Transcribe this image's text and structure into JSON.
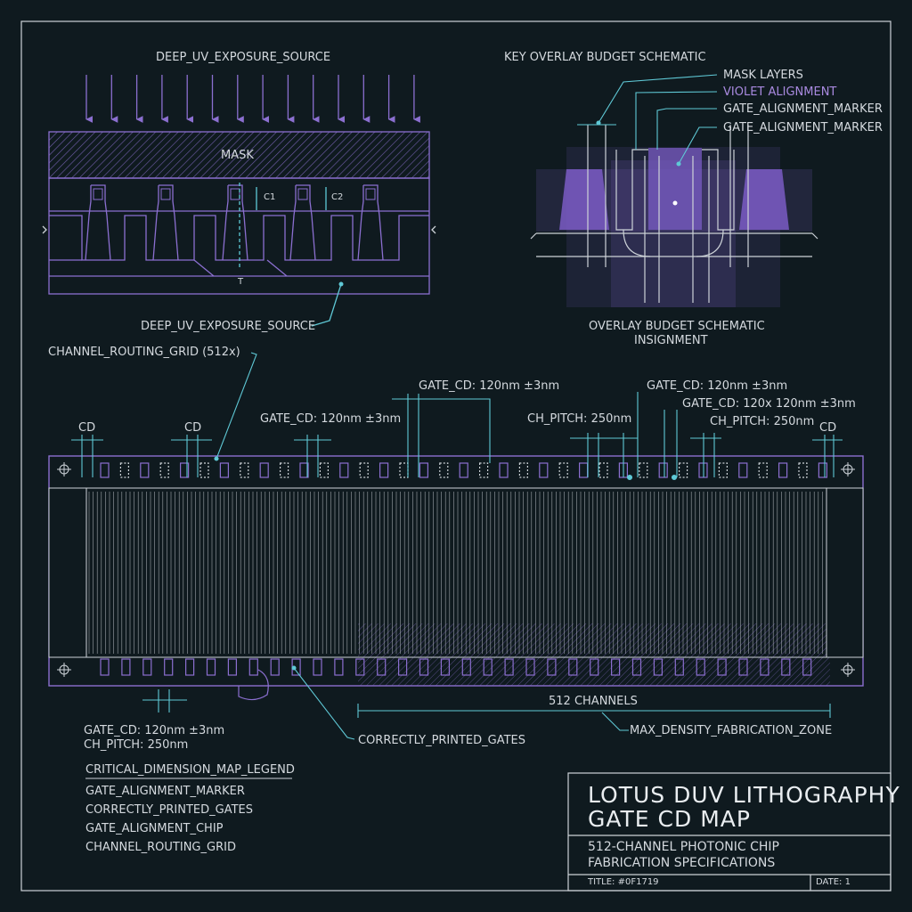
{
  "colors": {
    "background": "#0f1a1f",
    "line": "#cdd3d8",
    "violet": "#8b6fd0",
    "violet_fill": "#7a5cc4",
    "cyan": "#5fc9d6"
  },
  "exposure": {
    "top_label": "DEEP_UV_EXPOSURE_SOURCE",
    "mask_label": "MASK",
    "c1": "C1",
    "c2": "C2",
    "t": "T",
    "bottom_label": "DEEP_UV_EXPOSURE_SOURCE"
  },
  "overlay": {
    "title": "KEY OVERLAY BUDGET SCHEMATIC",
    "mask_layers": "MASK LAYERS",
    "violet_alignment": "VIOLET ALIGNMENT",
    "gate_marker_1": "GATE_ALIGNMENT_MARKER",
    "gate_marker_2": "GATE_ALIGNMENT_MARKER",
    "caption_1": "OVERLAY BUDGET SCHEMATIC",
    "caption_2": "INSIGNMENT"
  },
  "routing": {
    "grid_label": "CHANNEL_ROUTING_GRID (512x)",
    "cd_left_1": "CD",
    "cd_left_2": "CD",
    "cd_right": "CD",
    "gate_cd_top": "GATE_CD: 120nm ±3nm",
    "gate_cd_mid": "GATE_CD: 120nm ±3nm",
    "gate_cd_right": "GATE_CD: 120nm ±3nm",
    "gate_cd_right_2": "GATE_CD: 120x 120nm ±3nm",
    "ch_pitch_mid": "CH_PITCH: 250nm",
    "ch_pitch_right": "CH_PITCH: 250nm",
    "gate_cd_bottom": "GATE_CD: 120nm ±3nm",
    "ch_pitch_bottom": "CH_PITCH: 250nm",
    "channels": "512 CHANNELS",
    "correct_gates": "CORRECTLY_PRINTED_GATES",
    "max_density": "MAX_DENSITY_FABRICATION_ZONE"
  },
  "legend": {
    "title": "CRITICAL_DIMENSION_MAP_LEGEND",
    "items": [
      "GATE_ALIGNMENT_MARKER",
      "CORRECTLY_PRINTED_GATES",
      "GATE_ALIGNMENT_CHIP",
      "CHANNEL_ROUTING_GRID"
    ]
  },
  "title_block": {
    "line1": "LOTUS DUV LITHOGRAPHY",
    "line2": "GATE CD MAP",
    "sub1": "512-CHANNEL PHOTONIC CHIP",
    "sub2": "FABRICATION SPECIFICATIONS",
    "title_id": "TITLE: #0F1719",
    "date": "DATE: 1"
  }
}
